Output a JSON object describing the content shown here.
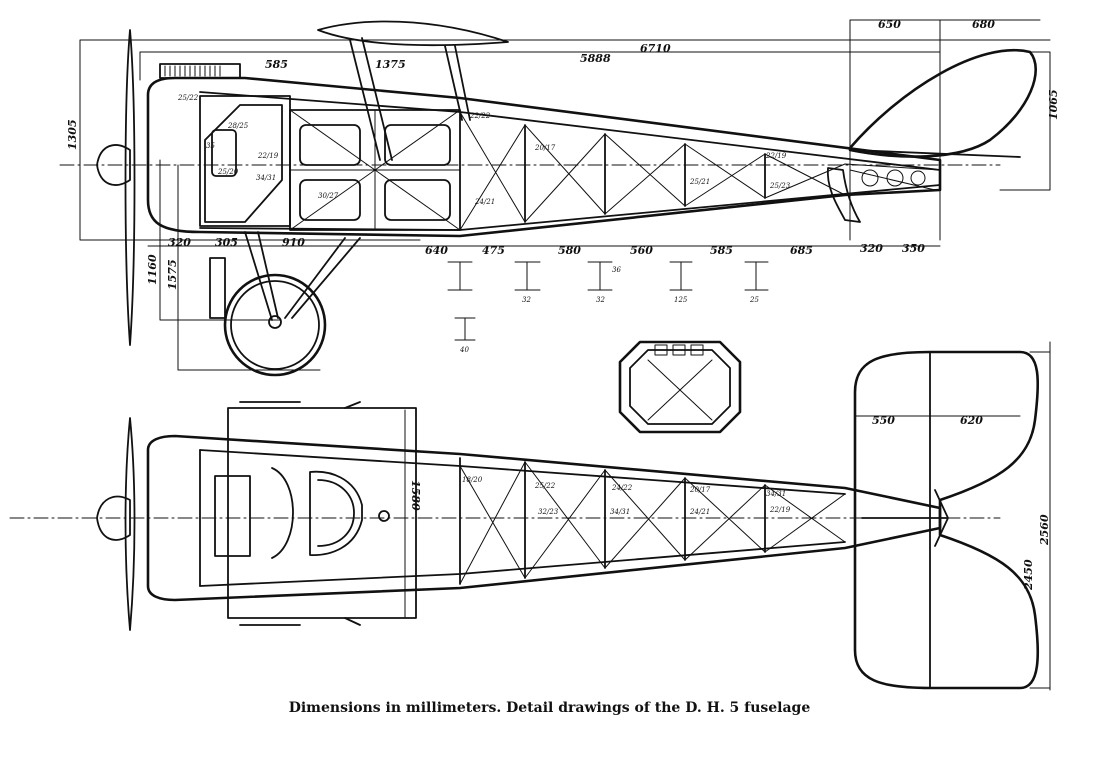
{
  "caption": "Dimensions in millimeters.  Detail drawings of the D. H. 5 fuselage",
  "side_view": {
    "overall_length": "6710",
    "top_length": "5888",
    "top_dims": [
      "585",
      "1375"
    ],
    "tail_dims": [
      "650",
      "680"
    ],
    "height_tail": "1065",
    "height_front": "1305",
    "gear_height": "1160",
    "gear_height_2": "1575",
    "bottom_stations": [
      "320",
      "305",
      "910",
      "640",
      "475",
      "580",
      "560",
      "585",
      "685",
      "320",
      "350"
    ],
    "tube_sizes": [
      "25/22",
      "28/25",
      "22/19",
      "35",
      "25/20",
      "34/31",
      "30/27",
      "22/22",
      "25/23",
      "24/21",
      "20/17",
      "25/21",
      "22/19"
    ]
  },
  "section_details": [
    "32",
    "32",
    "36",
    "125",
    "25",
    "40"
  ],
  "plan_view": {
    "cockpit_dim": "1580",
    "tail_dims": [
      "550",
      "620"
    ],
    "span_outer": "2560",
    "span_inner": "2450",
    "tube_sizes": [
      "18/20",
      "25/22",
      "24/22",
      "20/17",
      "34/31",
      "32/23",
      "34/31",
      "24/21",
      "22/19"
    ]
  }
}
